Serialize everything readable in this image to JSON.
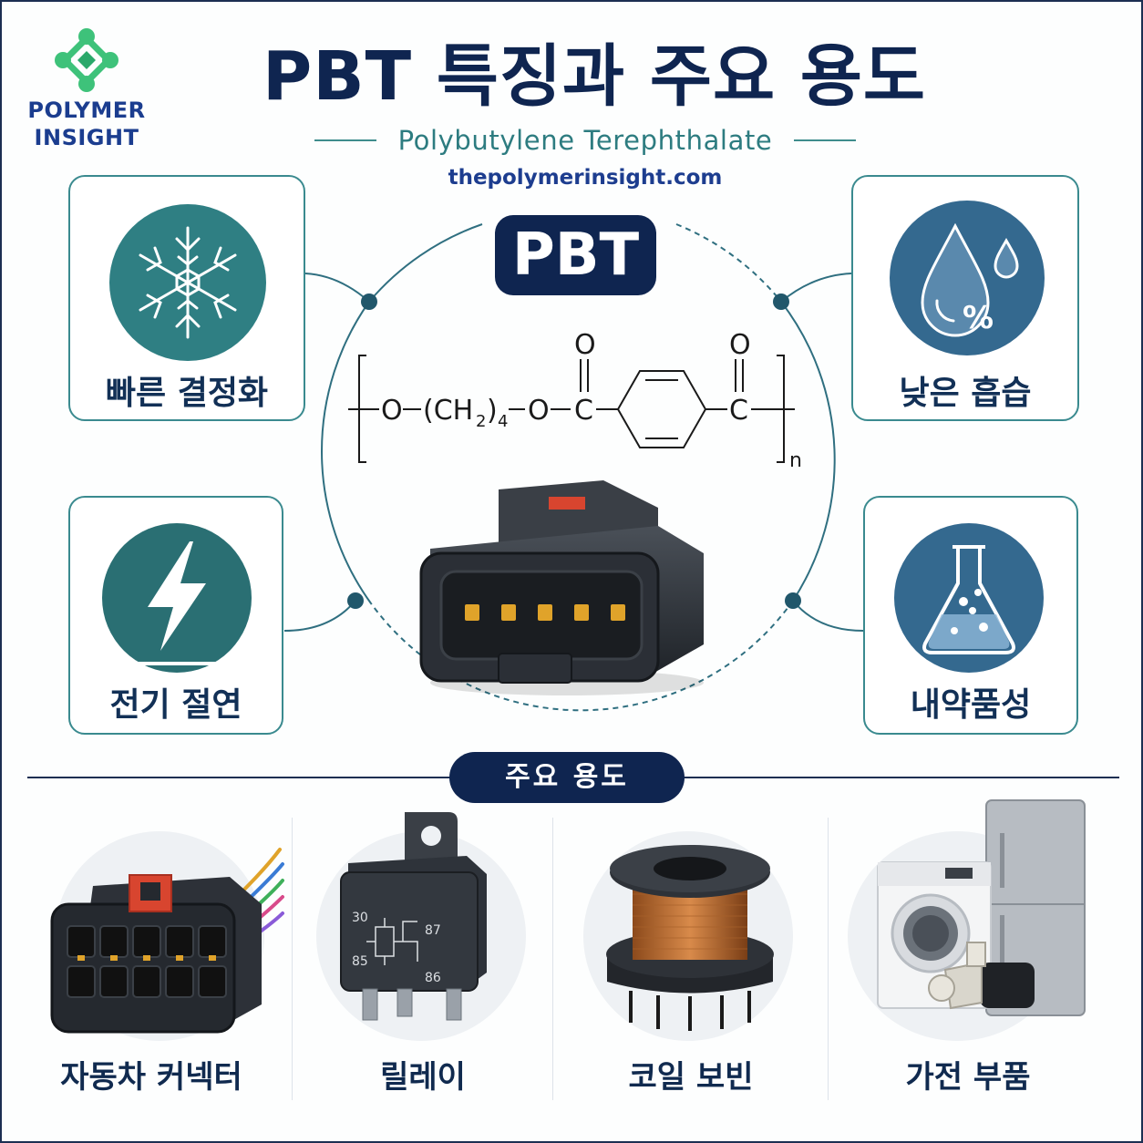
{
  "brand": {
    "line1": "POLYMER",
    "line2": "INSIGHT"
  },
  "header": {
    "title": "PBT 특징과 주요 용도",
    "subtitle": "Polybutylene Terephthalate",
    "website": "thepolymerinsight.com"
  },
  "center": {
    "badge": "PBT",
    "formula": {
      "o_left": "O",
      "ch2": "(CH",
      "ch2_sub": "2",
      "ch2_close": ")",
      "ch2_count": "4",
      "o_mid": "O",
      "c_left": "C",
      "o_top_left": "O",
      "c_right": "C",
      "o_top_right": "O",
      "repeat": "n"
    }
  },
  "features": [
    {
      "label": "빠른 결정화",
      "icon": "snowflake-icon"
    },
    {
      "label": "낮은 흡습",
      "icon": "water-drop-percent-icon",
      "icon_text": "%"
    },
    {
      "label": "전기 절연",
      "icon": "lightning-bolt-icon"
    },
    {
      "label": "내약품성",
      "icon": "chemistry-flask-icon"
    }
  ],
  "uses_section": {
    "title": "주요 용도",
    "items": [
      {
        "label": "자동차 커넥터",
        "icon": "automotive-connector-icon"
      },
      {
        "label": "릴레이",
        "icon": "relay-icon",
        "pins": [
          "30",
          "87",
          "85",
          "86"
        ]
      },
      {
        "label": "코일 보빈",
        "icon": "coil-bobbin-icon"
      },
      {
        "label": "가전 부품",
        "icon": "home-appliance-icon"
      }
    ]
  },
  "colors": {
    "navy": "#0f2550",
    "teal": "#2f7f83",
    "teal_dark": "#2a6f73",
    "blue_circle": "#34698f",
    "logo_green": "#3ec27a",
    "connector_dark": "#2b2f36",
    "pin_gold": "#e0a32a",
    "latch_red": "#d8452f"
  }
}
